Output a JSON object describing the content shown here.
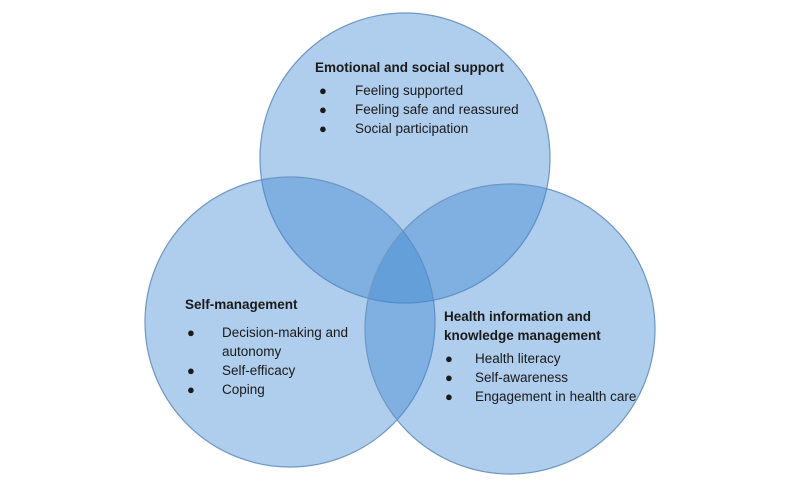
{
  "diagram": {
    "type": "venn-3",
    "circles": [
      {
        "id": "emotional",
        "title": "Emotional and social support",
        "items": [
          "Feeling supported",
          "Feeling safe and reassured",
          "Social participation"
        ]
      },
      {
        "id": "self",
        "title": "Self-management",
        "items": [
          "Decision-making and autonomy",
          "Self-efficacy",
          "Coping"
        ]
      },
      {
        "id": "health",
        "title": "Health information and knowledge management",
        "items": [
          "Health literacy",
          "Self-awareness",
          "Engagement in health care"
        ]
      }
    ],
    "colors": {
      "fill": "#4187d2",
      "stroke": "#6e96c2",
      "text": "#1a1a1a"
    }
  }
}
